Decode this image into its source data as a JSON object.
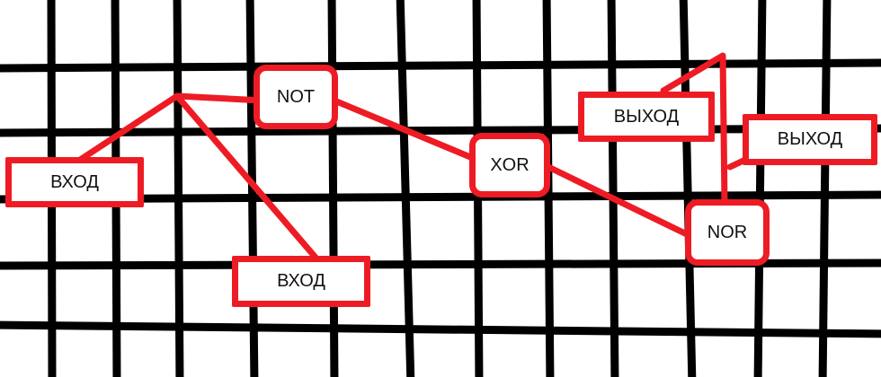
{
  "colors": {
    "grid": "#000000",
    "wire": "#ed1c24",
    "box_border": "#ed1c24",
    "box_fill": "#ffffff",
    "text": "#111111"
  },
  "labels": {
    "input_1": "ВХОД",
    "input_2": "ВХОД",
    "gate_not": "NOT",
    "gate_xor": "XOR",
    "gate_nor": "NOR",
    "output_1": "ВЫХОД",
    "output_2": "ВЫХОД"
  }
}
